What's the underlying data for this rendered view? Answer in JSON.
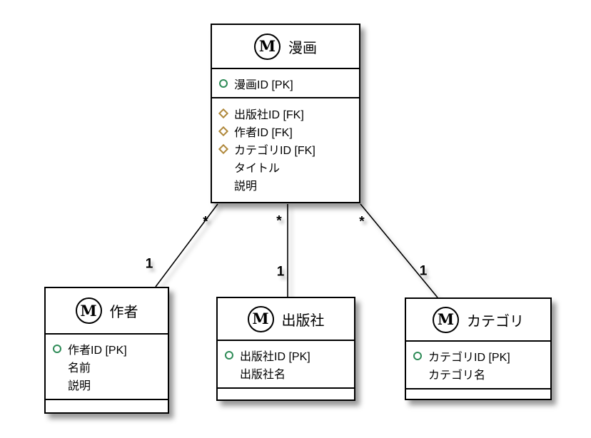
{
  "canvas": {
    "background": "#ffffff"
  },
  "entities": [
    {
      "id": "manga",
      "icon": "M",
      "title": "漫画",
      "sections": [
        {
          "rows": [
            {
              "marker": "pk",
              "label": "漫画ID [PK]"
            }
          ]
        },
        {
          "rows": [
            {
              "marker": "fk",
              "label": "出版社ID [FK]"
            },
            {
              "marker": "fk",
              "label": "作者ID [FK]"
            },
            {
              "marker": "fk",
              "label": "カテゴリID [FK]"
            },
            {
              "marker": "none",
              "label": "タイトル"
            },
            {
              "marker": "none",
              "label": "説明"
            }
          ]
        }
      ]
    },
    {
      "id": "author",
      "icon": "M",
      "title": "作者",
      "sections": [
        {
          "rows": [
            {
              "marker": "pk",
              "label": "作者ID [PK]"
            },
            {
              "marker": "none",
              "label": "名前"
            },
            {
              "marker": "none",
              "label": "説明"
            }
          ]
        }
      ]
    },
    {
      "id": "publisher",
      "icon": "M",
      "title": "出版社",
      "sections": [
        {
          "rows": [
            {
              "marker": "pk",
              "label": "出版社ID [PK]"
            },
            {
              "marker": "none",
              "label": "出版社名"
            }
          ]
        }
      ]
    },
    {
      "id": "category",
      "icon": "M",
      "title": "カテゴリ",
      "sections": [
        {
          "rows": [
            {
              "marker": "pk",
              "label": "カテゴリID [PK]"
            },
            {
              "marker": "none",
              "label": "カテゴリ名"
            }
          ]
        }
      ]
    }
  ],
  "connectors": [
    {
      "from": "manga",
      "to": "author",
      "source_multiplicity": "*",
      "target_multiplicity": "1"
    },
    {
      "from": "manga",
      "to": "publisher",
      "source_multiplicity": "*",
      "target_multiplicity": "1"
    },
    {
      "from": "manga",
      "to": "category",
      "source_multiplicity": "*",
      "target_multiplicity": "1"
    }
  ],
  "colors": {
    "pk_marker": "#2e8b57",
    "fk_marker": "#b0893c",
    "line": "#000000",
    "entity_border": "#000000",
    "entity_bg": "#ffffff"
  }
}
